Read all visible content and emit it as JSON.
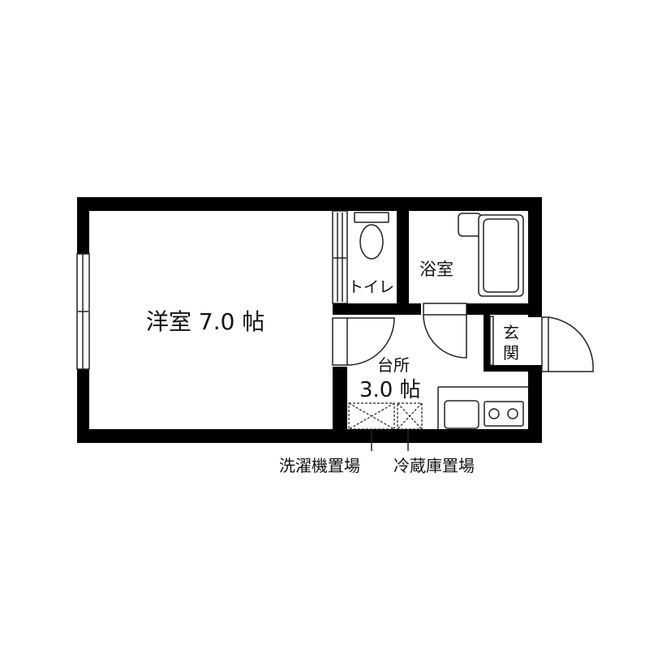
{
  "colors": {
    "wall": "#000000",
    "line": "#222222",
    "fill": "#ffffff"
  },
  "rooms": {
    "main_room": "洋室 7.0 帖",
    "bathroom": "浴室",
    "toilet": "トイレ",
    "kitchen_name": "台所",
    "kitchen_size": "3.0 帖",
    "entrance_top": "玄",
    "entrance_bottom": "関"
  },
  "callouts": {
    "washer": "洗濯機置場",
    "fridge": "冷蔵庫置場"
  }
}
